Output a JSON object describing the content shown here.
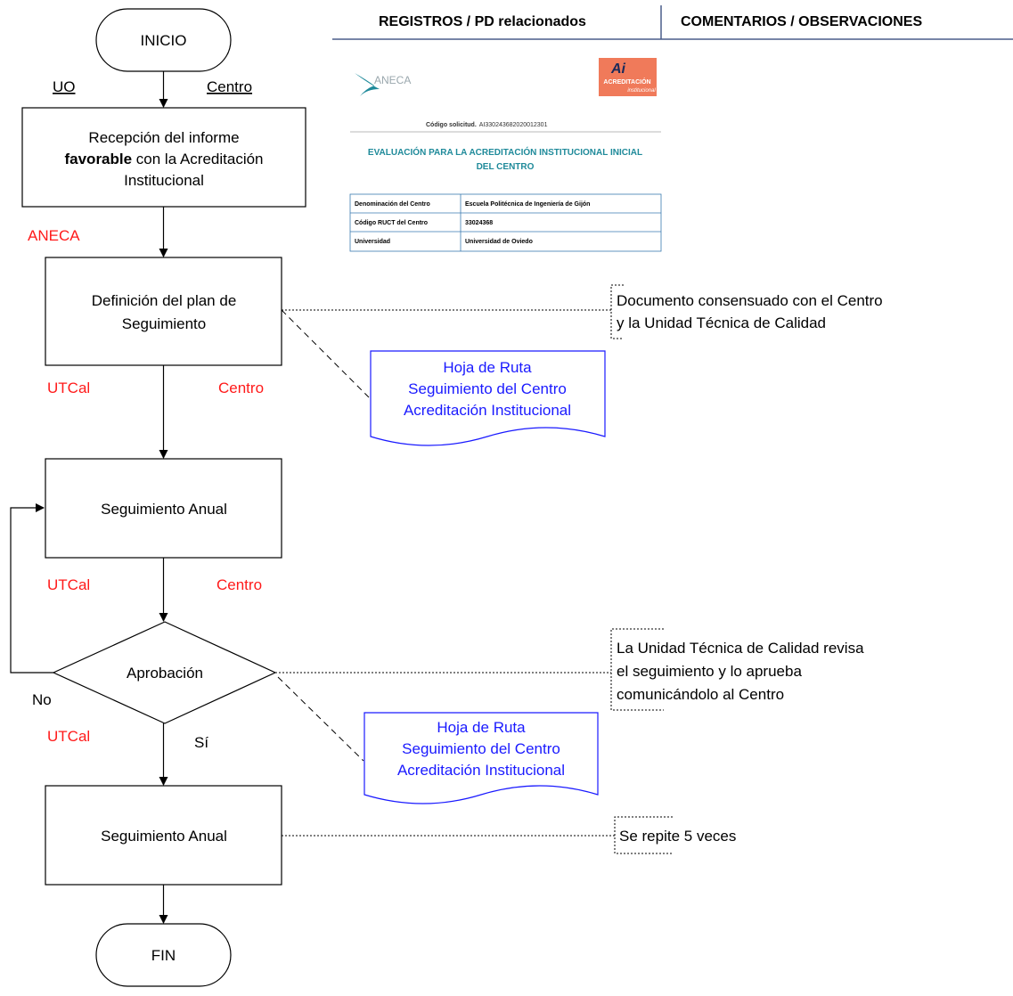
{
  "header": {
    "registros": "REGISTROS / PD relacionados",
    "comentarios": "COMENTARIOS / OBSERVACIONES"
  },
  "terminals": {
    "start": "INICIO",
    "end": "FIN"
  },
  "lane_labels": {
    "uo": "UO",
    "centro": "Centro"
  },
  "steps": {
    "reception": {
      "line1": "Recepción del informe",
      "line2_bold": "favorable",
      "line2_rest": " con la Acreditación",
      "line3": "Institucional"
    },
    "plan": {
      "line1": "Definición del plan de",
      "line2": "Seguimiento"
    },
    "annual1": "Seguimiento Anual",
    "decision": "Aprobación",
    "annual2": "Seguimiento Anual"
  },
  "responsibles": {
    "aneca": "ANECA",
    "utcal_1": "UTCal",
    "centro_1": "Centro",
    "utcal_2": "UTCal",
    "centro_2": "Centro",
    "utcal_3": "UTCal"
  },
  "branches": {
    "no": "No",
    "si": "Sí"
  },
  "documents": {
    "doc1": [
      "Hoja de Ruta",
      "Seguimiento del Centro",
      "Acreditación Institucional"
    ],
    "doc2": [
      "Hoja de Ruta",
      "Seguimiento del Centro",
      "Acreditación Institucional"
    ]
  },
  "notes": {
    "note1": [
      "Documento consensuado con el Centro",
      "y la Unidad Técnica de Calidad"
    ],
    "note2": [
      "La Unidad Técnica de Calidad revisa",
      "el seguimiento y lo aprueba",
      "comunicándolo al Centro"
    ],
    "note3": [
      "Se repite 5 veces"
    ]
  },
  "report_thumbnail": {
    "aneca_logo_text": "ANECA",
    "ai_logo": {
      "big": "Ai",
      "line1": "ACREDITACIÓN",
      "line2": "institucional"
    },
    "codigo_label": "Código solicitud.",
    "codigo_value": "AI330243682020012301",
    "title_line1": "EVALUACIÓN PARA LA ACREDITACIÓN INSTITUCIONAL INICIAL",
    "title_line2": "DEL CENTRO",
    "table": [
      [
        "Denominación del Centro",
        "Escuela Politécnica de Ingeniería de Gijón"
      ],
      [
        "Código RUCT del Centro",
        "33024368"
      ],
      [
        "Universidad",
        "Universidad de Oviedo"
      ]
    ]
  },
  "colors": {
    "responsible_red": "#ff1a1a",
    "document_blue": "#1a1aff",
    "header_line": "#4a5d8a",
    "teal": "#1f8a9a",
    "ai_logo_bg": "#f07a5a"
  }
}
